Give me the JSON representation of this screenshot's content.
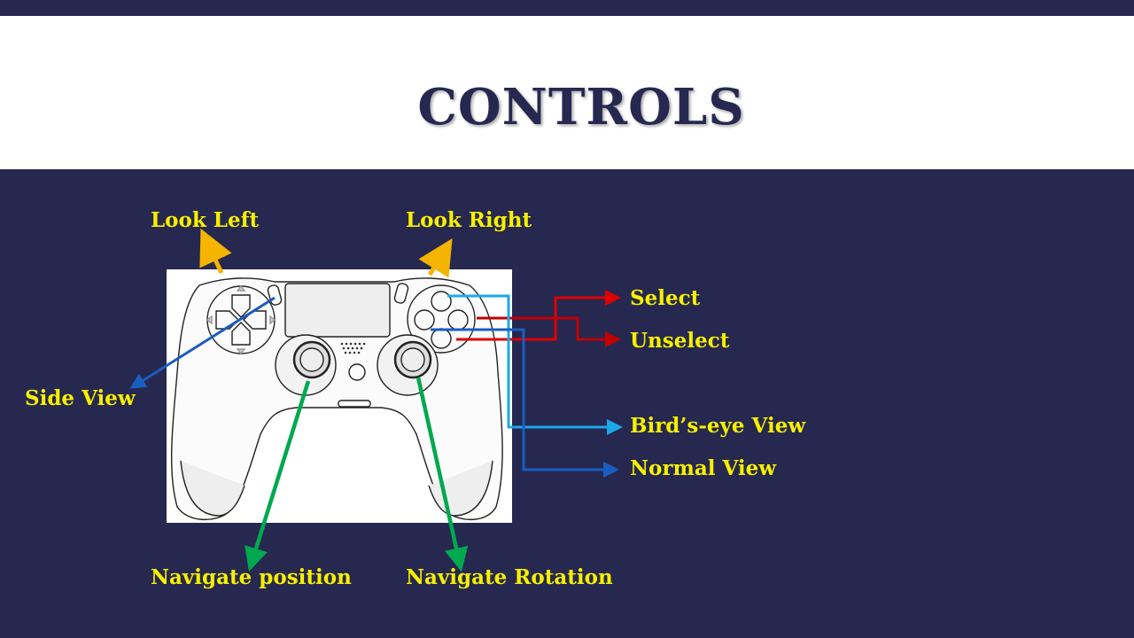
{
  "slide": {
    "title": "CONTROLS"
  },
  "colors": {
    "background": "#262850",
    "title_band": "#ffffff",
    "title_text": "#262850",
    "label_text": "#f7f000",
    "shoulder_arrow": "#f5b400",
    "side_view_line": "#1a5dc0",
    "select_line": "#e00000",
    "unselect_line": "#c00000",
    "birds_eye_line": "#19a9e8",
    "normal_view_line": "#1a5dc0",
    "stick_line": "#00a84f"
  },
  "labels": {
    "look_left": "Look Left",
    "look_right": "Look Right",
    "select": "Select",
    "unselect": "Unselect",
    "side_view": "Side View",
    "birds_eye_view": "Bird’s-eye View",
    "normal_view": "Normal View",
    "navigate_position": "Navigate position",
    "navigate_rotation": "Navigate Rotation"
  },
  "icons": {
    "controller": "gamepad-controller-icon"
  }
}
